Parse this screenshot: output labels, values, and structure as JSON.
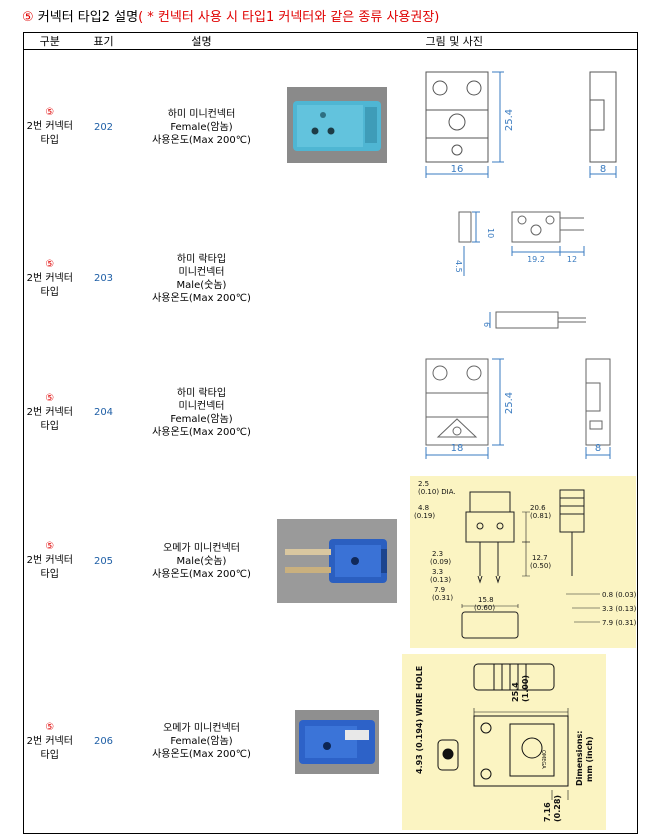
{
  "title": {
    "number": "⑤",
    "main": "커넥터 타입2 설명",
    "note": "( * 컨넥터 사용 시 타입1 커넥터와 같은 종류 사용권장)"
  },
  "headers": {
    "kind": "구분",
    "code": "표기",
    "desc": "설명",
    "pic": "그림 및 사진"
  },
  "rows": [
    {
      "circ": "⑤",
      "kind": "2번 커넥터",
      "kind2": "타입",
      "code": "202",
      "desc": [
        "하미 미니컨넥터",
        "Female(암놈)",
        "사용온도(Max 200℃)"
      ]
    },
    {
      "circ": "⑤",
      "kind": "2번 커넥터",
      "kind2": "타입",
      "code": "203",
      "desc": [
        "하미 락타입",
        "미니컨넥터",
        "Male(숫놈)",
        "사용온도(Max 200℃)"
      ]
    },
    {
      "circ": "⑤",
      "kind": "2번 커넥터",
      "kind2": "타입",
      "code": "204",
      "desc": [
        "하미 락타입",
        "미니컨넥터",
        "Female(암놈)",
        "사용온도(Max 200℃)"
      ]
    },
    {
      "circ": "⑤",
      "kind": "2번 커넥터",
      "kind2": "타입",
      "code": "205",
      "desc": [
        "오메가 미니컨넥터",
        "Male(숫놈)",
        "사용온도(Max 200℃)"
      ]
    },
    {
      "circ": "⑤",
      "kind": "2번 커넥터",
      "kind2": "타입",
      "code": "206",
      "desc": [
        "오메가 미니컨넥터",
        "Female(암놈)",
        "사용온도(Max 200℃)"
      ]
    }
  ],
  "drawings": {
    "d202": {
      "h": "25.4",
      "w": "16",
      "side": "8"
    },
    "d203": {
      "top": "10",
      "left": "4.5",
      "b1": "19.2",
      "b2": "12",
      "side": "6"
    },
    "d204": {
      "h": "25.4",
      "w": "18",
      "side": "8"
    },
    "d205": {
      "dia": "2.5",
      "dia2": "(0.10) DIA.",
      "a1": "4.8",
      "a2": "(0.19)",
      "h1": "20.6",
      "h2": "(0.81)",
      "b1": "2.3",
      "b2": "(0.09)",
      "c1": "3.3",
      "c2": "(0.13)",
      "p1": "12.7",
      "p2": "(0.50)",
      "e1": "7.9",
      "e2": "(0.31)",
      "w1": "15.8",
      "w2": "(0.60)",
      "s1": "0.8 (0.03)",
      "s2": "3.3 (0.13)",
      "s3": "7.9 (0.31)"
    },
    "d206": {
      "hole": "4.93 (0.194) WIRE HOLE",
      "w1": "25.4",
      "w2": "(1.00)",
      "dim1": "Dimensions:",
      "dim2": "mm (inch)",
      "t1": "7.16",
      "t2": "(0.28)",
      "brand": "OMEGA"
    }
  }
}
